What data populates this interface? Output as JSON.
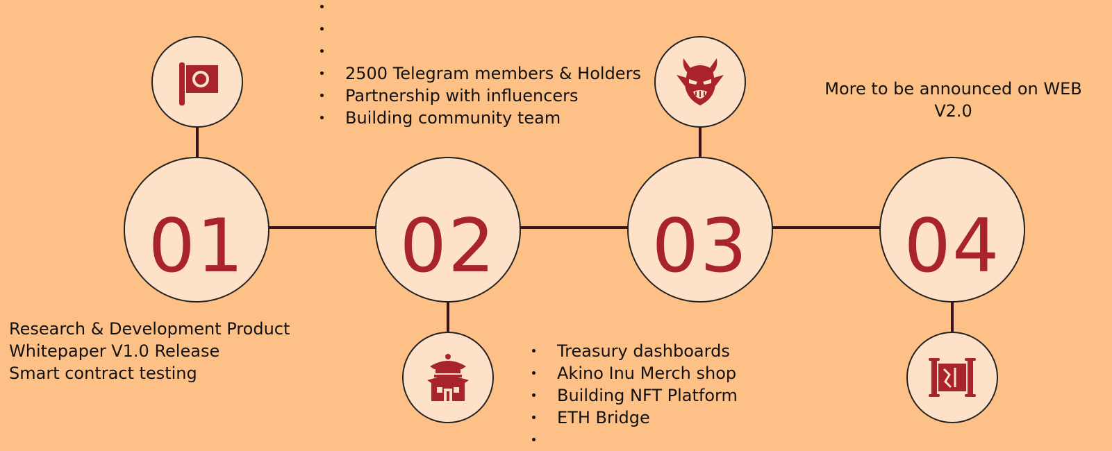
{
  "steps": [
    {
      "number": "01",
      "icon": "flag-icon"
    },
    {
      "number": "02",
      "icon": "pagoda-icon"
    },
    {
      "number": "03",
      "icon": "demon-mask-icon"
    },
    {
      "number": "04",
      "icon": "scroll-icon"
    }
  ],
  "phase1": {
    "lines": [
      "Research & Development Product",
      "Whitepaper V1.0 Release",
      "Smart contract testing"
    ]
  },
  "phase2": {
    "bullets": [
      "",
      "",
      "",
      "2500 Telegram members & Holders",
      "Partnership with influencers",
      "Building community team"
    ]
  },
  "phase3": {
    "bullets": [
      "Treasury dashboards",
      "Akino Inu Merch shop",
      "Building NFT Platform",
      "ETH Bridge",
      ""
    ]
  },
  "phase4": {
    "lines": [
      "More to be announced on WEB",
      "V2.0"
    ]
  },
  "colors": {
    "background": "#FDC086",
    "circle_fill": "#FDE2C9",
    "accent": "#A8242A",
    "line": "#3a1218"
  }
}
